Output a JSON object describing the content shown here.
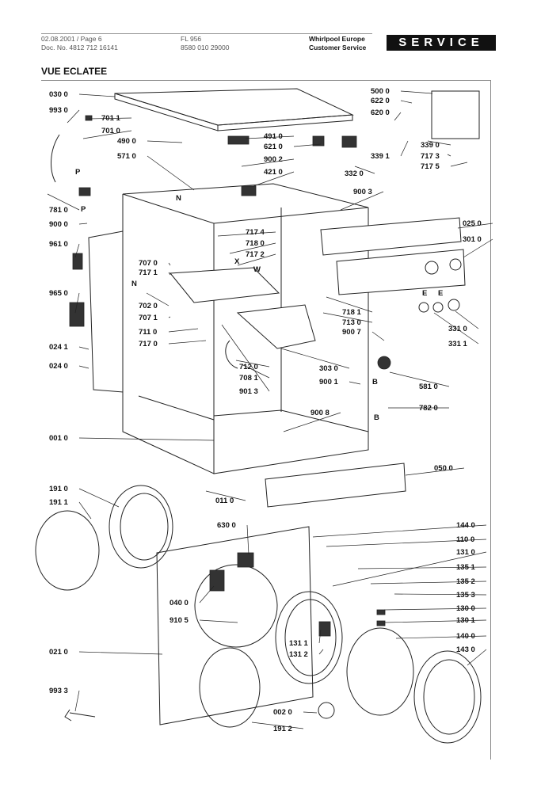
{
  "header": {
    "date_page": "02.08.2001 / Page 6",
    "doc_no": "Doc. No. 4812 712 16141",
    "model": "FL 956",
    "model_code": "8580 010 29000",
    "company": "Whirlpool Europe",
    "department": "Customer Service",
    "service_banner": "SERVICE"
  },
  "section_title": "VUE ECLATEE",
  "callouts": [
    "030 0",
    "993 0",
    "701 1",
    "701 0",
    "490 0",
    "491 0",
    "621 0",
    "571 0",
    "900 2",
    "421 0",
    "500 0",
    "622 0",
    "620 0",
    "339 1",
    "339 0",
    "717 3",
    "717 5",
    "332 0",
    "900 3",
    "781 0",
    "900 0",
    "961 0",
    "965 0",
    "024 1",
    "024 0",
    "717 4",
    "718 0",
    "717 2",
    "707 0",
    "717 1",
    "702 0",
    "707 1",
    "711 0",
    "717 0",
    "025 0",
    "301 0",
    "718 1",
    "713 0",
    "900 7",
    "331 0",
    "331 1",
    "712 0",
    "708 1",
    "901 3",
    "303 0",
    "900 1",
    "581 0",
    "782 0",
    "900 8",
    "001 0",
    "050 0",
    "011 0",
    "191 0",
    "191 1",
    "630 0",
    "144 0",
    "110 0",
    "131 0",
    "135 1",
    "135 2",
    "135 3",
    "130 0",
    "130 1",
    "040 0",
    "910 5",
    "140 0",
    "131 1",
    "131 2",
    "143 0",
    "021 0",
    "002 0",
    "191 2",
    "993 3"
  ],
  "letters": [
    "P",
    "P",
    "N",
    "N",
    "X",
    "W",
    "E",
    "E",
    "B",
    "B"
  ]
}
